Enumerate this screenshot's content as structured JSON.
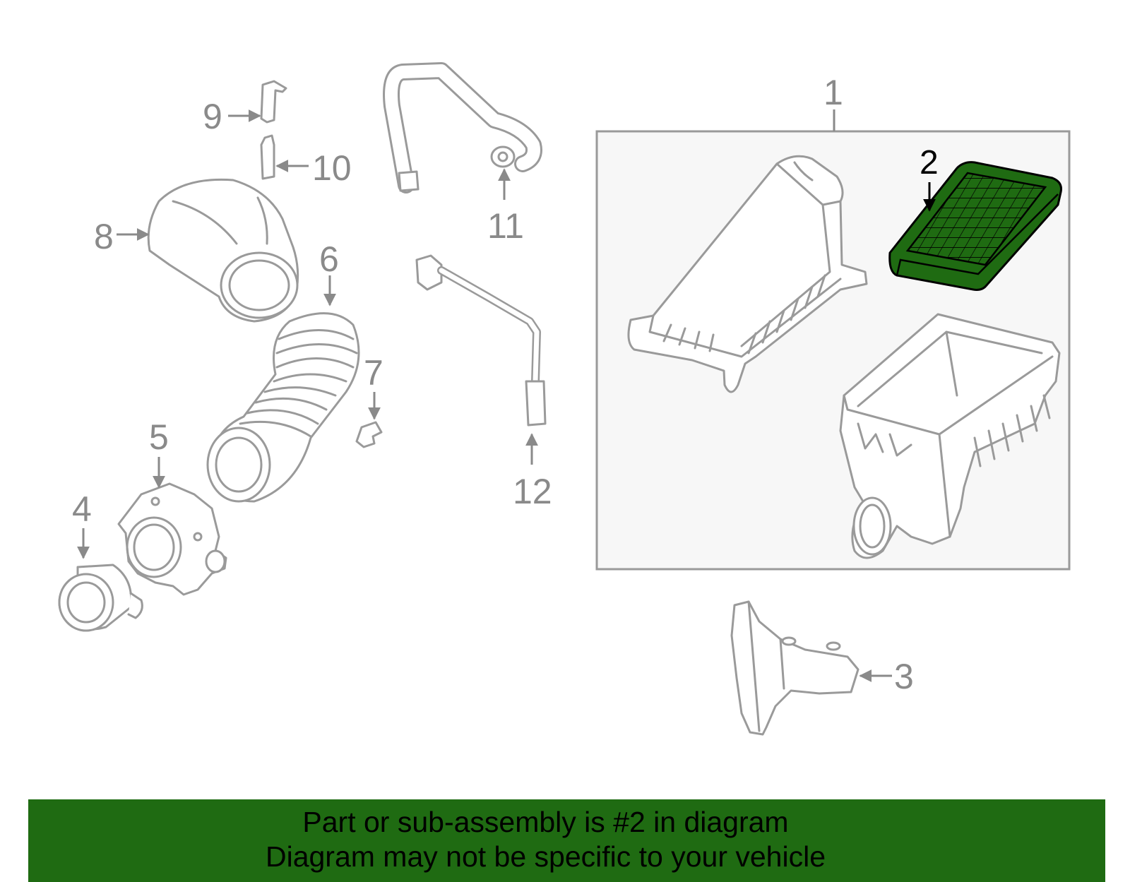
{
  "colors": {
    "highlight_fill": "#1f6b12",
    "banner_background": "#1f6b12",
    "part_stroke": "#9a9a9a",
    "callout_text": "#8a8a8a",
    "assembly_box_background": "#f7f7f7"
  },
  "callouts": {
    "c1": "1",
    "c2": "2",
    "c3": "3",
    "c4": "4",
    "c5": "5",
    "c6": "6",
    "c7": "7",
    "c8": "8",
    "c9": "9",
    "c10": "10",
    "c11": "11",
    "c12": "12"
  },
  "highlighted_part": "2",
  "banner": {
    "line1": "Part or sub-assembly is #2 in diagram",
    "line2": "Diagram may not be specific to your vehicle"
  }
}
